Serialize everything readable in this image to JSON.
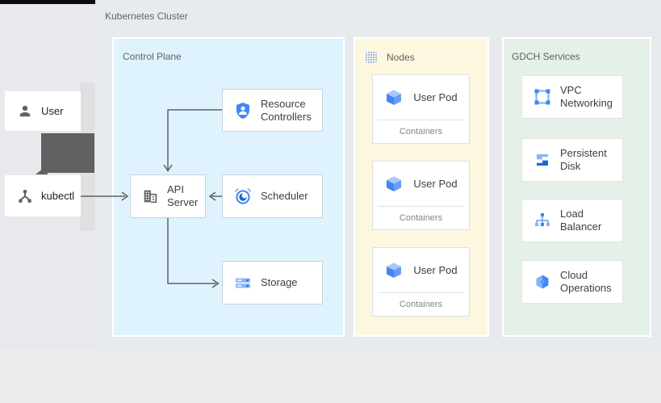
{
  "cluster": {
    "label": "Kubernetes Cluster"
  },
  "actors": {
    "user": {
      "label": "User",
      "icon": "person-icon"
    },
    "kubectl": {
      "label": "kubectl",
      "icon": "hub-icon"
    }
  },
  "control_plane": {
    "label": "Control Plane",
    "boxes": {
      "resource_controllers": {
        "label": "Resource Controllers",
        "icon": "shield-person-icon"
      },
      "api_server": {
        "label": "API Server",
        "icon": "building-icon"
      },
      "scheduler": {
        "label": "Scheduler",
        "icon": "alarm-clock-icon"
      },
      "storage": {
        "label": "Storage",
        "icon": "storage-racks-icon"
      }
    }
  },
  "nodes": {
    "label": "Nodes",
    "icon": "dot-grid-icon",
    "pods": [
      {
        "label": "User Pod",
        "sublabel": "Containers",
        "icon": "cube-icon"
      },
      {
        "label": "User Pod",
        "sublabel": "Containers",
        "icon": "cube-icon"
      },
      {
        "label": "User Pod",
        "sublabel": "Containers",
        "icon": "cube-icon"
      }
    ]
  },
  "gdch": {
    "label": "GDCH Services",
    "services": [
      {
        "label": "VPC Networking",
        "icon": "vpc-icon"
      },
      {
        "label": "Persistent Disk",
        "icon": "persistent-disk-icon"
      },
      {
        "label": "Load Balancer",
        "icon": "load-balancer-icon"
      },
      {
        "label": "Cloud Operations",
        "icon": "cloud-operations-icon"
      }
    ]
  },
  "colors": {
    "accent_blue": "#4285F4",
    "dark_blue": "#1967D2",
    "light_blue": "#8AB4F8",
    "control_plane_bg": "#DFF3FE",
    "nodes_bg": "#FEF7E0",
    "gdch_bg": "#E5F1E8",
    "cluster_bg": "#E8EBEE",
    "arrow_gray": "#616161"
  }
}
